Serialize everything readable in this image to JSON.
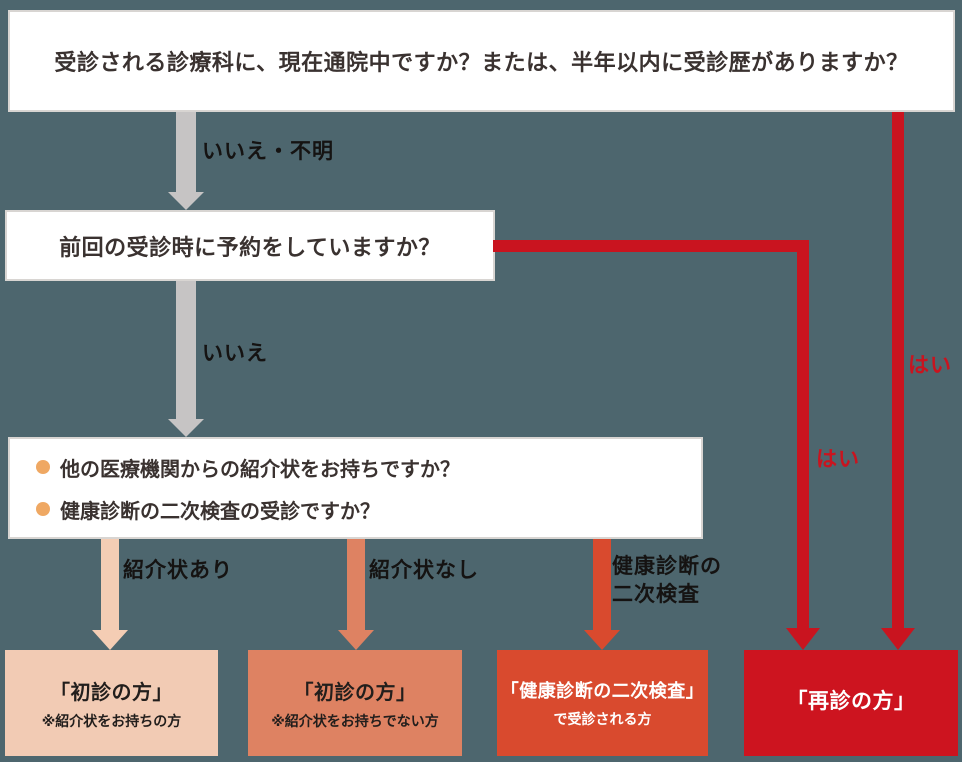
{
  "diagram": {
    "q1": "受診される診療科に、現在通院中ですか？または、半年以内に受診歴がありますか？",
    "q2": "前回の受診時に予約をしていますか？",
    "q3": {
      "bullet1": "他の医療機関からの紹介状をお持ちですか？",
      "bullet2": "健康診断の二次検査の受診ですか？"
    },
    "labels": {
      "no_unknown": "いいえ・不明",
      "no": "いいえ",
      "yes_from_q1": "はい",
      "yes_from_q2": "はい",
      "referral_yes": "紹介状あり",
      "referral_no": "紹介状なし",
      "checkup_line1": "健康診断の",
      "checkup_line2": "二次検査"
    },
    "outcomes": [
      {
        "title": "「初診の方」",
        "subtitle": "※紹介状をお持ちの方",
        "bg": "#f2cbb4",
        "text_color": "#221e1c"
      },
      {
        "title": "「初診の方」",
        "subtitle": "※紹介状をお持ちでない方",
        "bg": "#de8262",
        "text_color": "#221e1c"
      },
      {
        "title": "「健康診断の二次検査」",
        "subtitle": "で受診される方",
        "bg": "#d94a2e",
        "text_color": "#ffffff"
      },
      {
        "title": "「再診の方」",
        "subtitle": "",
        "bg": "#cd141f",
        "text_color": "#ffffff"
      }
    ],
    "colors": {
      "background": "#4D666E",
      "gray_arrow": "#c6c4c4",
      "red_line": "#c9141f",
      "pink_arrow": "#f4cdb4",
      "salmon_arrow": "#de8262",
      "orange_red_arrow": "#d94a2e",
      "bullet_dot": "#efa863",
      "box_border": "#d8d5d2",
      "question_text": "#3a3230"
    }
  }
}
